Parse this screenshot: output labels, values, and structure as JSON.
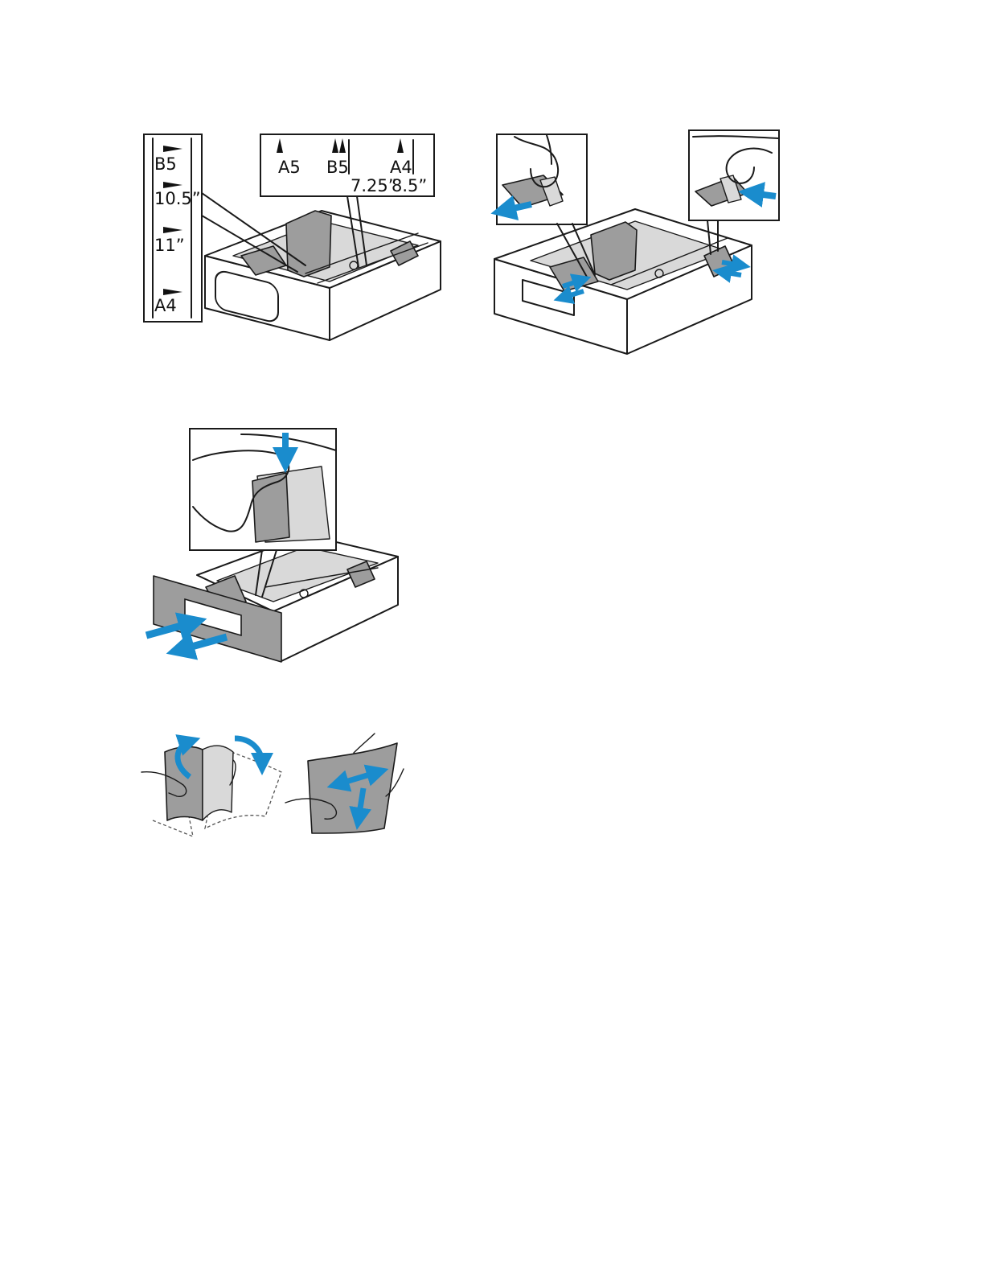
{
  "colors": {
    "accent_arrow": "#1a8ccd",
    "tray_gray": "#9d9d9d",
    "line": "#1a1a1a"
  },
  "figure_1": {
    "length_scale_labels": [
      "B5",
      "10.5”",
      "11”",
      "A4"
    ],
    "width_scale_labels": [
      "A5",
      "B5",
      "A4",
      "7.25”",
      "8.5”"
    ]
  },
  "figure_2": {
    "arrows": [
      "push-left-inset-arrow",
      "push-right-inset-arrow",
      "slide-guide-left-arrows",
      "slide-guide-right-arrows"
    ]
  },
  "figure_3": {
    "arrows": [
      "press-release-down-arrow",
      "tray-insert-arrow",
      "tray-pull-arrow"
    ]
  },
  "figure_4": {
    "arrows": [
      "flex-curl-arrow",
      "flex-curl-arrow-2",
      "align-horizontal-arrow",
      "align-down-arrow"
    ]
  }
}
